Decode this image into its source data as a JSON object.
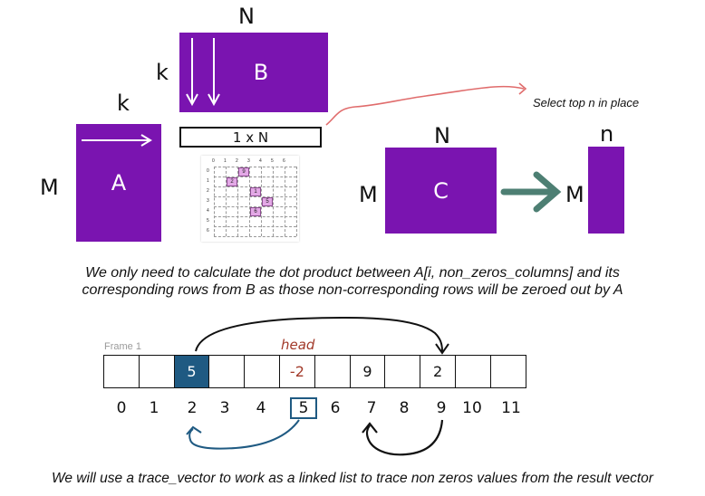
{
  "matrices": {
    "B": {
      "label": "B",
      "dim_top": "N",
      "dim_left": "k"
    },
    "A": {
      "label": "A",
      "dim_top": "k",
      "dim_left": "M"
    },
    "C": {
      "label": "C",
      "dim_top": "N",
      "dim_left": "M"
    },
    "result": {
      "dim_top": "n",
      "dim_left": "M"
    },
    "row_box": "1 x N"
  },
  "select_note": "Select top n in place",
  "mini_grid": {
    "col_ticks": [
      "0",
      "1",
      "2",
      "3",
      "4",
      "5",
      "6"
    ],
    "row_ticks": [
      "0",
      "1",
      "2",
      "3",
      "4",
      "5",
      "6"
    ],
    "cells": [
      {
        "row": 0,
        "col": 2,
        "value": "9"
      },
      {
        "row": 1,
        "col": 1,
        "value": "2"
      },
      {
        "row": 2,
        "col": 3,
        "value": "1"
      },
      {
        "row": 3,
        "col": 4,
        "value": "5"
      },
      {
        "row": 4,
        "col": 3,
        "value": "6"
      }
    ]
  },
  "note_top_line1": "We only need to calculate the dot product between A[i, non_zeros_columns] and its",
  "note_top_line2": "corresponding rows from B as those non-corresponding rows will be zeroed out by A",
  "frame_label": "Frame 1",
  "head_label": "head",
  "trace_vector": [
    "",
    "",
    "5",
    "",
    "",
    "-2",
    "",
    "9",
    "",
    "2",
    "",
    ""
  ],
  "indices": [
    "0",
    "1",
    "2",
    "3",
    "4",
    "5",
    "6",
    "7",
    "8",
    "9",
    "10",
    "11"
  ],
  "highlight_index": 2,
  "boxed_index": 5,
  "colors": {
    "purple": "#7a14b0",
    "teal": "#4d7f73",
    "highlight": "#1f5a82",
    "red": "#a23a2a",
    "pink": "#e06c6c"
  },
  "note_bottom": "We will use a trace_vector to work as a linked list to trace non zeros values from the result vector"
}
